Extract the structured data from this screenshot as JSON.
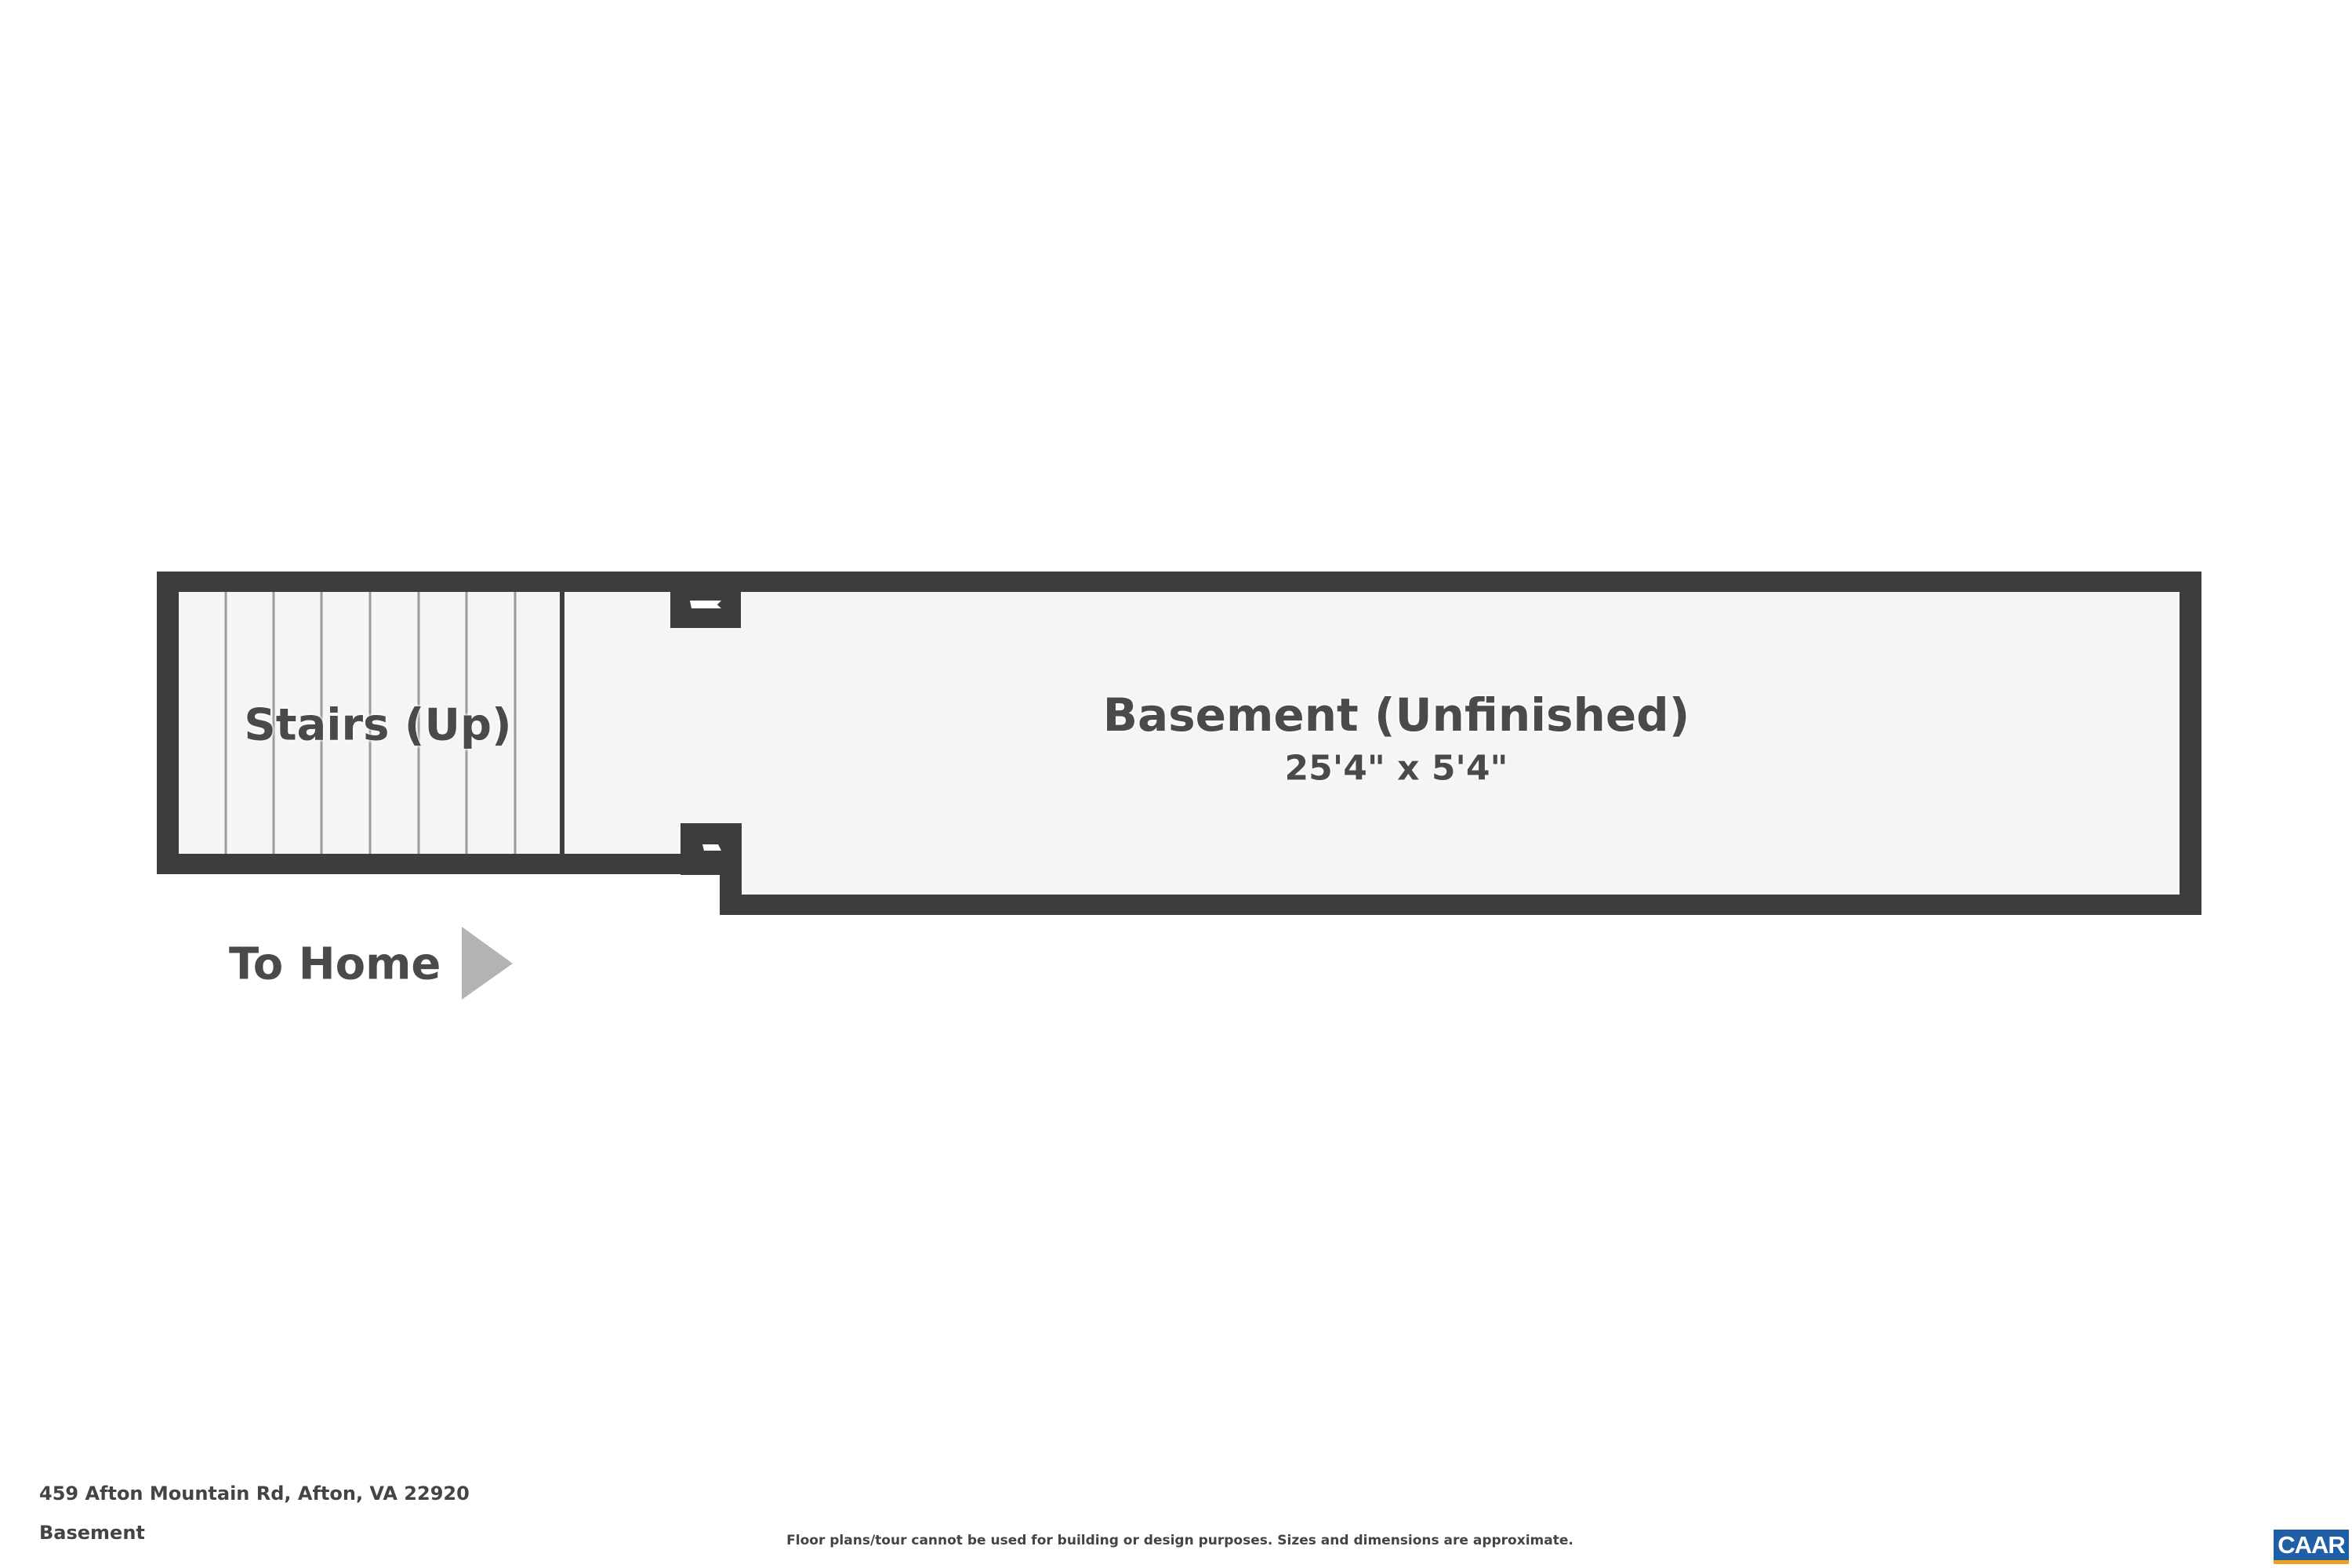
{
  "plan": {
    "rooms": [
      {
        "id": "stairs",
        "label": "Stairs (Up)"
      },
      {
        "id": "basement",
        "label": "Basement (Unfinished)",
        "dimensions": "25'4\" x 5'4\""
      }
    ],
    "exit": {
      "label": "To Home",
      "icon": "arrow-right-icon"
    }
  },
  "footer": {
    "address": "459 Afton Mountain Rd, Afton, VA 22920",
    "floor": "Basement",
    "disclaimer": "Floor plans/tour cannot be used for building or design purposes. Sizes and dimensions are approximate.",
    "logo_text": "CAAR"
  },
  "colors": {
    "wall": "#3d3d3d",
    "floor": "#f5f5f5",
    "stair_line": "#9a9a9a",
    "label": "#4a4a4a",
    "arrow": "#b3b3b3",
    "logo_bg": "#1f5fa8",
    "logo_accent": "#f0a020"
  }
}
